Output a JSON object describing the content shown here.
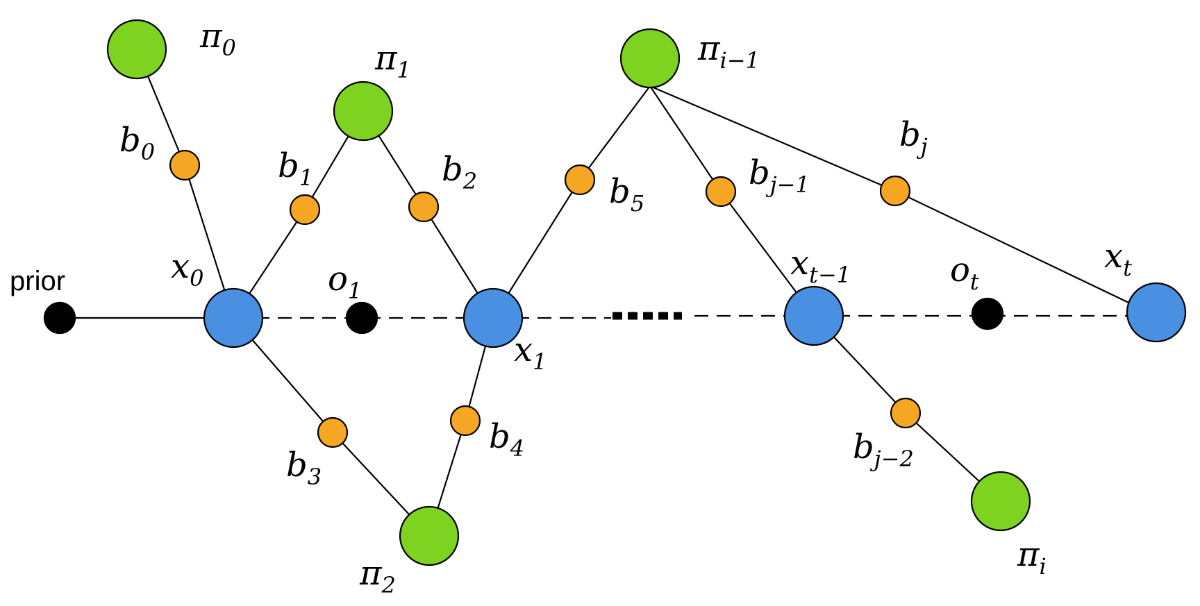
{
  "colors": {
    "state": "#4a90e2",
    "policy": "#7ed321",
    "belief": "#f5a623",
    "observation": "#000000"
  },
  "labels": {
    "prior": "prior",
    "pi0": {
      "base": "π",
      "sub": "0"
    },
    "pi1": {
      "base": "π",
      "sub": "1"
    },
    "pi2": {
      "base": "π",
      "sub": "2"
    },
    "pi_i_1": {
      "base": "π",
      "sub": "i−1"
    },
    "pi_i": {
      "base": "π",
      "sub": "i"
    },
    "x0": {
      "base": "x",
      "sub": "0"
    },
    "x1": {
      "base": "x",
      "sub": "1"
    },
    "x_t_1": {
      "base": "x",
      "sub": "t−1"
    },
    "x_t": {
      "base": "x",
      "sub": "t"
    },
    "o1": {
      "base": "o",
      "sub": "1"
    },
    "o_t": {
      "base": "o",
      "sub": "t"
    },
    "b0": {
      "base": "b",
      "sub": "0"
    },
    "b1": {
      "base": "b",
      "sub": "1"
    },
    "b2": {
      "base": "b",
      "sub": "2"
    },
    "b3": {
      "base": "b",
      "sub": "3"
    },
    "b4": {
      "base": "b",
      "sub": "4"
    },
    "b5": {
      "base": "b",
      "sub": "5"
    },
    "b_j_1": {
      "base": "b",
      "sub": "j−1"
    },
    "b_j": {
      "base": "b",
      "sub": "j"
    },
    "b_j_2": {
      "base": "b",
      "sub": "j−2"
    }
  }
}
